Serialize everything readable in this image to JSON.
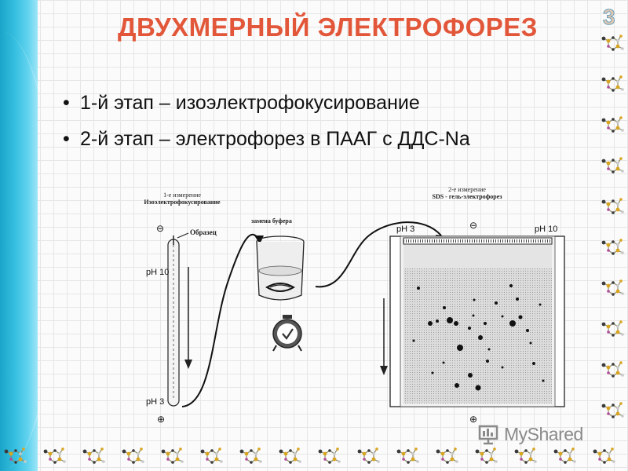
{
  "slide": {
    "title": "ДВУХМЕРНЫЙ ЭЛЕКТРОФОРЕЗ",
    "number": "3",
    "bullet_symbol": "•",
    "bullets": [
      "1-й этап – изоэлектрофокусирование",
      "2-й этап – электрофорез в ПААГ с ДДС-Na"
    ]
  },
  "diagram": {
    "first_dimension": {
      "heading_line1": "1-е измерение",
      "heading_line2": "Изоэлектрофокусирование",
      "sample_label": "Образец",
      "ph_top": "pH 10",
      "ph_bottom": "pH 3",
      "minus_sign": "⊖",
      "plus_sign": "⊕"
    },
    "buffer_exchange": {
      "label": "замена буфера"
    },
    "second_dimension": {
      "heading_line1": "2-е измерение",
      "heading_line2": "SDS - гель-электрофорез",
      "ph_left": "pH 3",
      "ph_right": "pH 10",
      "minus_sign": "⊖",
      "plus_sign": "⊕"
    }
  },
  "watermark": {
    "text": "MyShared"
  },
  "colors": {
    "title": "#e2573a",
    "band": "#36bfe0"
  }
}
